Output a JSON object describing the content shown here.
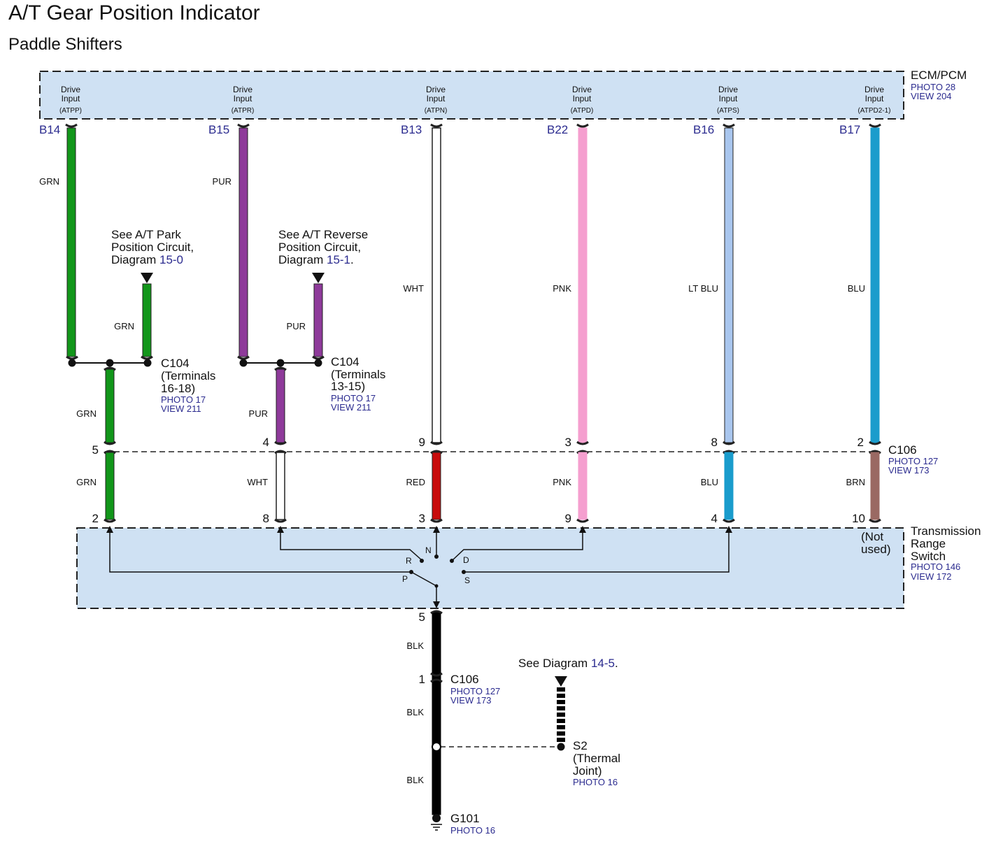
{
  "title": "A/T Gear Position Indicator",
  "subtitle": "Paddle Shifters",
  "ecm": {
    "name": "ECM/PCM",
    "photo": "PHOTO 28",
    "view": "VIEW 204",
    "inputs": [
      {
        "line1": "Drive",
        "line2": "Input",
        "signal": "(ATPP)",
        "pin": "B14"
      },
      {
        "line1": "Drive",
        "line2": "Input",
        "signal": "(ATPR)",
        "pin": "B15"
      },
      {
        "line1": "Drive",
        "line2": "Input",
        "signal": "(ATPN)",
        "pin": "B13"
      },
      {
        "line1": "Drive",
        "line2": "Input",
        "signal": "(ATPD)",
        "pin": "B22"
      },
      {
        "line1": "Drive",
        "line2": "Input",
        "signal": "(ATPS)",
        "pin": "B16"
      },
      {
        "line1": "Drive",
        "line2": "Input",
        "signal": "(ATPD2-1)",
        "pin": "B17"
      }
    ]
  },
  "wires_upper": [
    "GRN",
    "PUR",
    "WHT",
    "PNK",
    "LT BLU",
    "BLU"
  ],
  "wires_branch": [
    "GRN",
    "PUR"
  ],
  "wires_mid": [
    "GRN",
    "PUR"
  ],
  "wires_lower": [
    "GRN",
    "WHT",
    "RED",
    "PNK",
    "BLU",
    "BRN"
  ],
  "wires_ground": [
    "BLK",
    "BLK",
    "BLK"
  ],
  "colors": {
    "GRN": "#12961a",
    "PUR": "#8e3a9a",
    "WHT": "#ffffff",
    "PNK": "#f59fcf",
    "LT BLU": "#a9c6ee",
    "BLU": "#1a9ccc",
    "RED": "#c80b0b",
    "BRN": "#9a6963",
    "BLK": "#000000",
    "box_fill": "#cfe1f3",
    "ref": "#2b2b8f"
  },
  "notes": {
    "park": {
      "l1": "See A/T Park",
      "l2": "Position Circuit,",
      "l3": "Diagram",
      "ref": "15-0"
    },
    "reverse": {
      "l1": "See A/T Reverse",
      "l2": "Position Circuit,",
      "l3": "Diagram",
      "ref": "15-1",
      "suffix": "."
    },
    "thermal": {
      "text": "See  Diagram",
      "ref": "14-5",
      "suffix": "."
    }
  },
  "connectors": {
    "c104_park": {
      "name": "C104",
      "l2": "(Terminals",
      "l3": "16-18)",
      "photo": "PHOTO 17",
      "view": "VIEW 211"
    },
    "c104_rev": {
      "name": "C104",
      "l2": "(Terminals",
      "l3": "13-15)",
      "photo": "PHOTO 17",
      "view": "VIEW 211"
    },
    "c106_top": {
      "name": "C106",
      "photo": "PHOTO 127",
      "view": "VIEW 173",
      "pins": [
        "5",
        "4",
        "9",
        "3",
        "8",
        "2"
      ]
    },
    "c106_gnd": {
      "name": "C106",
      "pin": "1",
      "photo": "PHOTO 127",
      "view": "VIEW 173"
    }
  },
  "trs": {
    "name_l1": "Transmission",
    "name_l2": "Range",
    "name_l3": "Switch",
    "photo": "PHOTO 146",
    "view": "VIEW 172",
    "pins": [
      "2",
      "8",
      "3",
      "9",
      "4",
      "10"
    ],
    "not_used_l1": "(Not",
    "not_used_l2": "used)",
    "positions": [
      "R",
      "N",
      "D",
      "P",
      "S"
    ],
    "ground_pin": "5"
  },
  "s2": {
    "name": "S2",
    "l2": "(Thermal",
    "l3": "Joint)",
    "photo": "PHOTO 16"
  },
  "g101": {
    "name": "G101",
    "photo": "PHOTO 16"
  }
}
